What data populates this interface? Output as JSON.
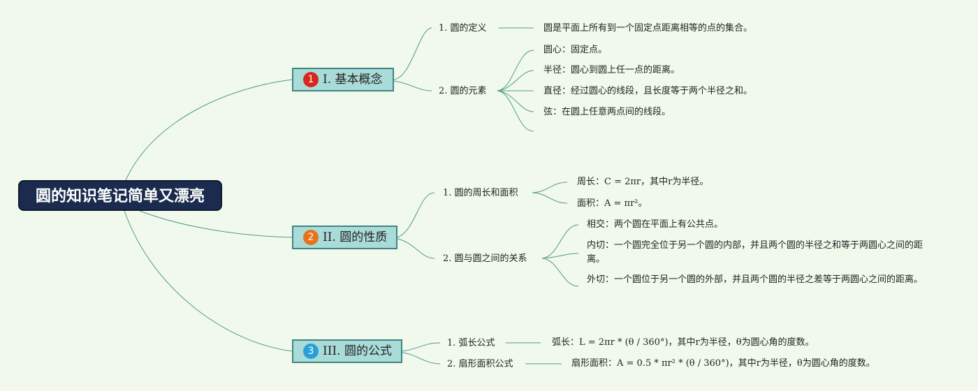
{
  "root": {
    "title": "圆的知识笔记简单又漂亮"
  },
  "sections": [
    {
      "badge": "1",
      "badge_color": "#d9261c",
      "title": "I. 基本概念",
      "subs": [
        {
          "label": "1. 圆的定义",
          "leaves": [
            "圆是平面上所有到一个固定点距离相等的点的集合。"
          ]
        },
        {
          "label": "2. 圆的元素",
          "leaves": [
            "圆心：固定点。",
            "半径：圆心到圆上任一点的距离。",
            "直径：经过圆心的线段，且长度等于两个半径之和。",
            "弦：在圆上任意两点间的线段。"
          ]
        }
      ]
    },
    {
      "badge": "2",
      "badge_color": "#e8711c",
      "title": "II. 圆的性质",
      "subs": [
        {
          "label": "1. 圆的周长和面积",
          "leaves": [
            "周长：C = 2πr，其中r为半径。",
            "面积：A = πr²。"
          ]
        },
        {
          "label": "2. 圆与圆之间的关系",
          "leaves": [
            "相交：两个圆在平面上有公共点。",
            "内切：一个圆完全位于另一个圆的内部，并且两个圆的半径之和等于两圆心之间的距离。",
            "外切：一个圆位于另一个圆的外部，并且两个圆的半径之差等于两圆心之间的距离。"
          ]
        }
      ]
    },
    {
      "badge": "3",
      "badge_color": "#2a9ed8",
      "title": "III. 圆的公式",
      "subs": [
        {
          "label": "1. 弧长公式",
          "leaves": [
            "弧长：L = 2πr * (θ / 360°)，其中r为半径，θ为圆心角的度数。"
          ]
        },
        {
          "label": "2. 扇形面积公式",
          "leaves": [
            "扇形面积：A = 0.5 * πr² * (θ / 360°)，其中r为半径，θ为圆心角的度数。"
          ]
        }
      ]
    }
  ],
  "colors": {
    "line": "#4f9a86",
    "main_fill": "#a9dbd9",
    "root_fill": "#1b2b4d"
  }
}
